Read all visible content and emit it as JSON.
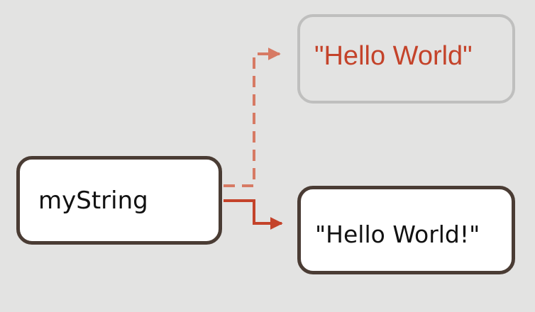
{
  "diagram": {
    "variable": {
      "label": "myString"
    },
    "old_value": {
      "label": "\"Hello World\"",
      "state": "previous reference (dashed, faded)"
    },
    "new_value": {
      "label": "\"Hello World!\"",
      "state": "current reference (solid)"
    }
  },
  "colors": {
    "background": "#e3e3e2",
    "box_border": "#4a3c34",
    "faded_border": "#bfbfbe",
    "accent": "#c4432a",
    "faded_accent": "#d77a64"
  }
}
